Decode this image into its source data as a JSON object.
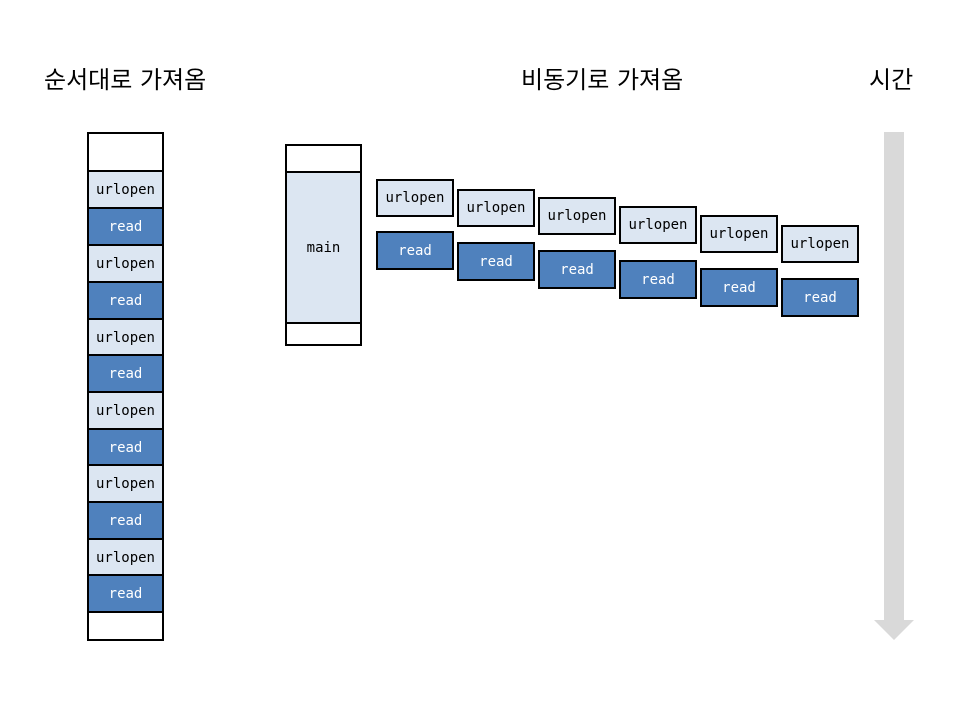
{
  "titles": {
    "sync": "순서대로 가져옴",
    "async": "비동기로 가져옴",
    "time": "시간"
  },
  "labels": {
    "urlopen": "urlopen",
    "read": "read",
    "main": "main"
  },
  "colors": {
    "urlopen_fill": "#dce6f2",
    "read_fill": "#4f81bd",
    "border": "#000000",
    "arrow": "#d9d9d9"
  },
  "sync_sequence": [
    "urlopen",
    "read",
    "urlopen",
    "read",
    "urlopen",
    "read",
    "urlopen",
    "read",
    "urlopen",
    "read",
    "urlopen",
    "read"
  ],
  "async_pairs": [
    "urlopen",
    "urlopen",
    "urlopen",
    "urlopen",
    "urlopen",
    "urlopen"
  ]
}
